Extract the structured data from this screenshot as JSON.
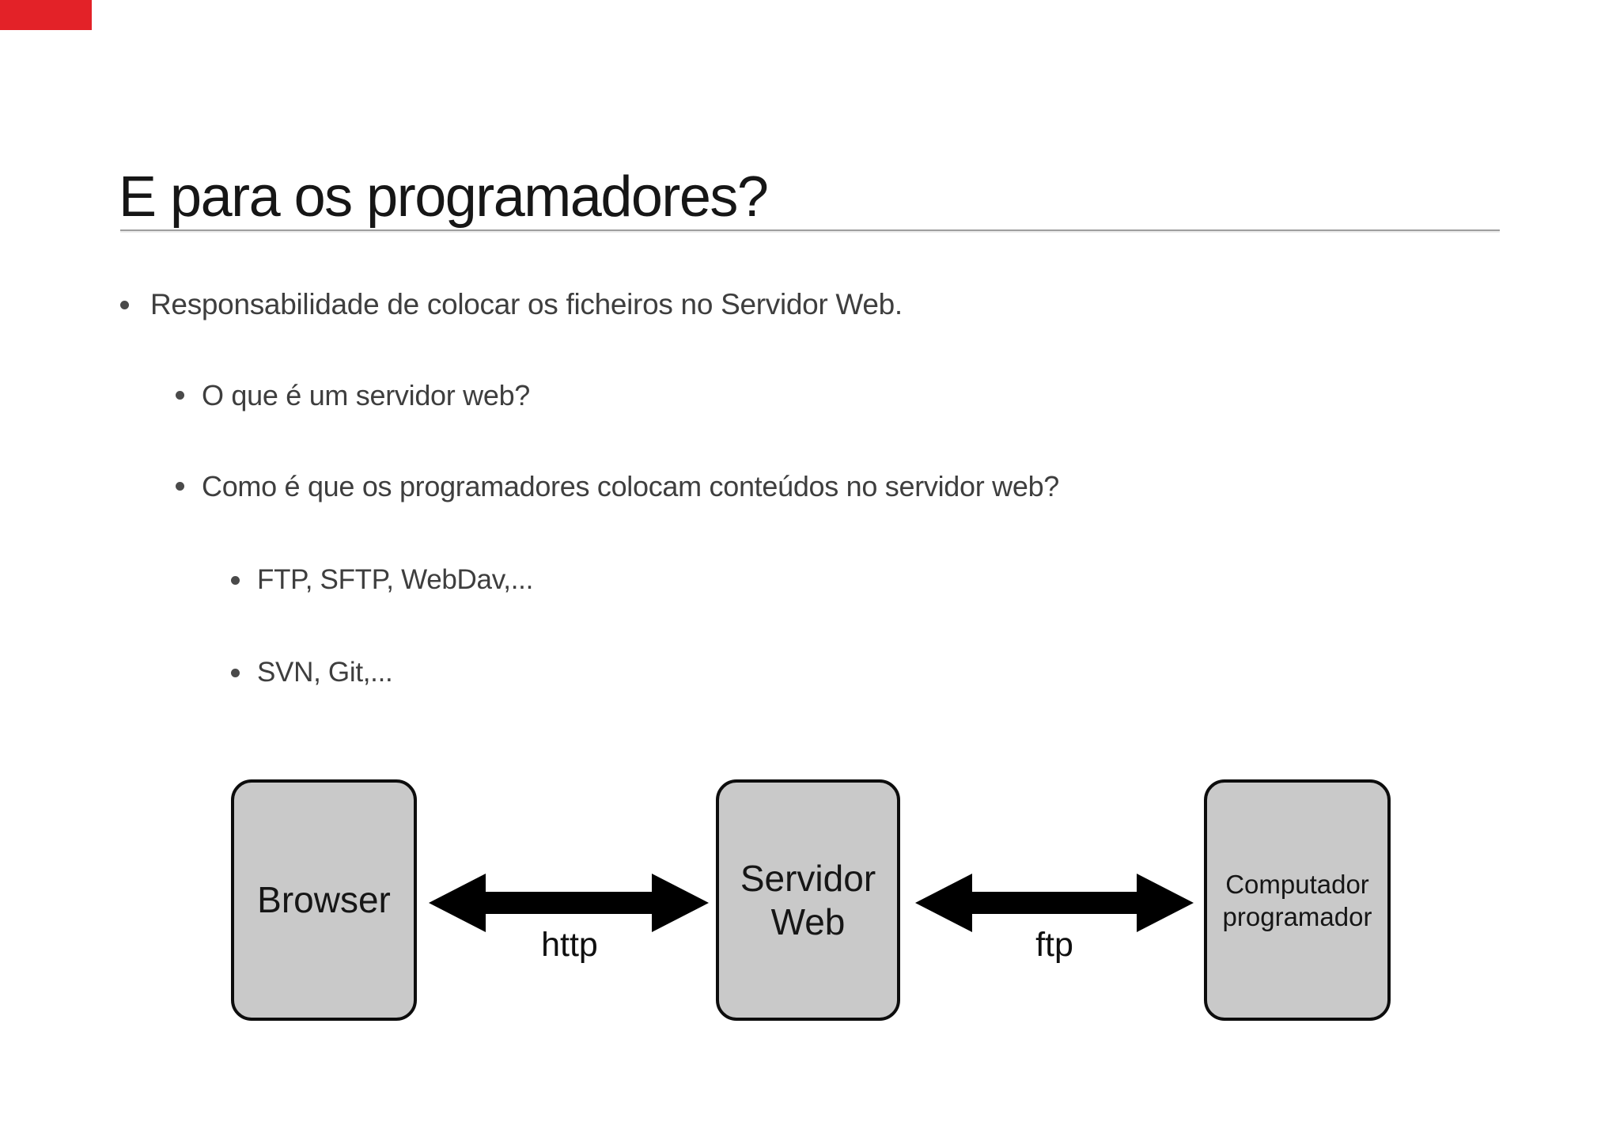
{
  "slide": {
    "title": "E para os programadores?",
    "corner_mark_color": "#e32228",
    "title_color": "#161616",
    "body_text_color": "#3e3e3e",
    "divider_color": "#9e9e9e",
    "bullets": [
      {
        "level": 1,
        "text": "Responsabilidade de colocar os ficheiros no Servidor Web."
      },
      {
        "level": 2,
        "text": "O que é um servidor web?"
      },
      {
        "level": 2,
        "text": "Como é que os programadores colocam conteúdos no servidor web?"
      },
      {
        "level": 3,
        "text": "FTP, SFTP, WebDav,..."
      },
      {
        "level": 3,
        "text": "SVN, Git,..."
      }
    ],
    "diagram": {
      "box_fill": "#c9c9c9",
      "box_border": "#0d0d0d",
      "arrow_color": "#000000",
      "nodes": [
        {
          "id": "browser",
          "line1": "Browser"
        },
        {
          "id": "servidor-web",
          "line1": "Servidor",
          "line2": "Web"
        },
        {
          "id": "computador-programador",
          "line1": "Computador",
          "line2": "programador"
        }
      ],
      "links": [
        {
          "id": "http",
          "label": "http"
        },
        {
          "id": "ftp",
          "label": "ftp"
        }
      ]
    }
  }
}
